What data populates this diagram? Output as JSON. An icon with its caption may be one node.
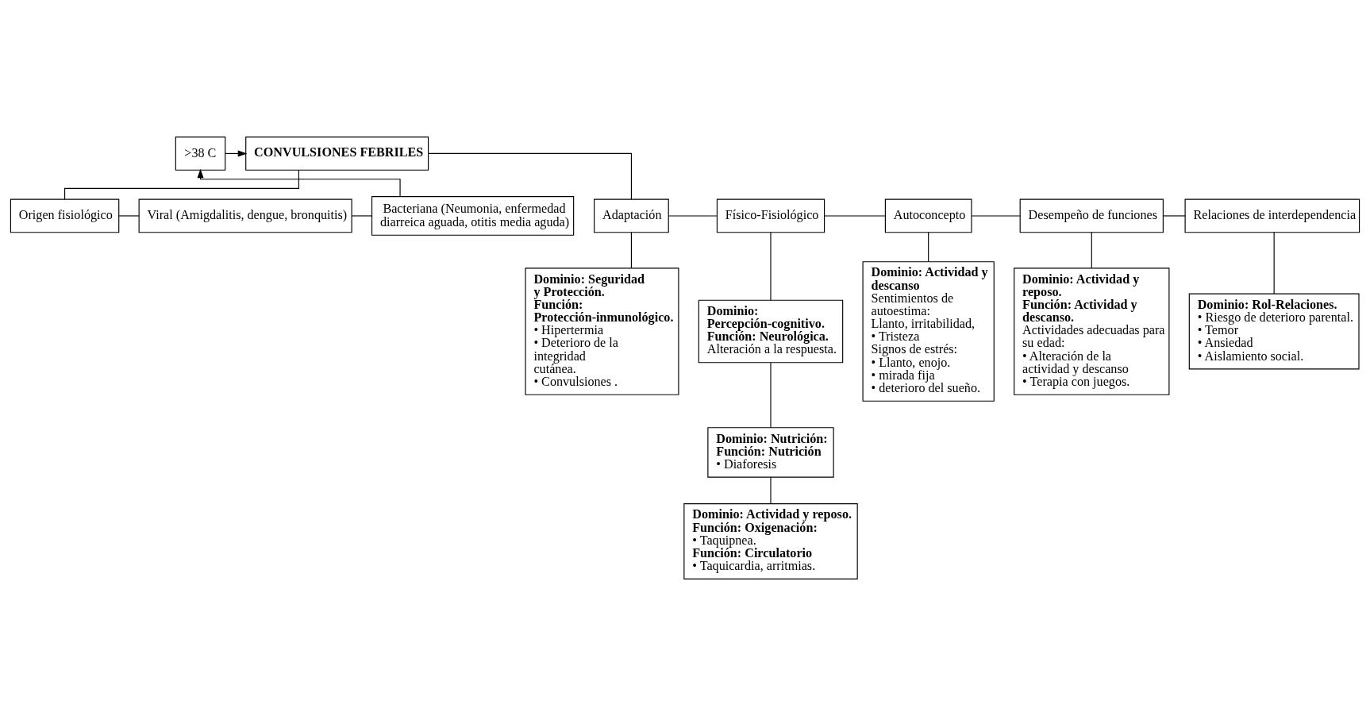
{
  "diagram": {
    "nodes": [
      {
        "text": [
          "CONVULSIONES FEBRILES"
        ]
      },
      {
        "text": [
          ">38 C"
        ]
      },
      {
        "text": [
          "Origen fisiológico"
        ]
      },
      {
        "text": [
          "Viral (Amigdalitis, dengue, bronquitis)"
        ]
      },
      {
        "text": [
          "Bacteriana (Neumonia, enfermedad diarreica aguada, otitis media aguda)"
        ]
      },
      {
        "text": [
          "Adaptación"
        ]
      },
      {
        "text": [
          "Físico-Fisiológico"
        ]
      },
      {
        "text": [
          "Autoconcepto"
        ]
      },
      {
        "text": [
          "Desempeño de funciones"
        ]
      },
      {
        "text": [
          "Relaciones de interdependencia"
        ]
      },
      {
        "text": [
          "Dominio: Seguridad y Protección.",
          "Función: Protección-inmunológico.",
          "• Hipertermia",
          "• Deterioro de la integridad cutánea.",
          "• Convulsiones ."
        ]
      },
      {
        "text": [
          "Dominio: Percepción-cognitivo.",
          "Función: Neurológica.",
          "Alteración a la respuesta."
        ]
      },
      {
        "text": [
          "Dominio: Nutrición:",
          "Función: Nutrición",
          "• Diaforesis"
        ]
      },
      {
        "text": [
          "Dominio: Actividad y reposo.",
          "Función: Oxigenación:",
          "• Taquipnea.",
          "Función: Circulatorio",
          "• Taquicardia, arritmias."
        ]
      },
      {
        "text": [
          "Dominio: Actividad y descanso",
          "Sentimientos de autoestima:",
          "Llanto, irritabilidad,",
          "• Tristeza",
          "Signos de estrés:",
          "• Llanto, enojo.",
          "• mirada fija",
          "• deterioro del sueño."
        ]
      },
      {
        "text": [
          "Dominio: Actividad y reposo.",
          "Función: Actividad y descanso.",
          "Actividades adecuadas para su edad:",
          "• Alteración de la actividad y descanso",
          "• Terapia con juegos."
        ]
      },
      {
        "text": [
          "Dominio: Rol-Relaciones.",
          "• Riesgo de deterioro parental.",
          "• Temor",
          "• Ansiedad",
          "• Aislamiento social."
        ]
      }
    ],
    "edges": [
      {
        "from": 1,
        "to": 0,
        "arrow": "to"
      },
      {
        "from": 4,
        "to": 1,
        "arrow": "to"
      },
      {
        "from": 0,
        "to": 2,
        "arrow": "none"
      },
      {
        "from": 0,
        "to": 5,
        "arrow": "none"
      },
      {
        "from": 2,
        "to": 3,
        "arrow": "none"
      },
      {
        "from": 3,
        "to": 4,
        "arrow": "none"
      },
      {
        "from": 5,
        "to": 6,
        "arrow": "none"
      },
      {
        "from": 6,
        "to": 7,
        "arrow": "none"
      },
      {
        "from": 7,
        "to": 8,
        "arrow": "none"
      },
      {
        "from": 8,
        "to": 9,
        "arrow": "none"
      },
      {
        "from": 5,
        "to": 10,
        "arrow": "none"
      },
      {
        "from": 6,
        "to": 11,
        "arrow": "none"
      },
      {
        "from": 11,
        "to": 12,
        "arrow": "none"
      },
      {
        "from": 12,
        "to": 13,
        "arrow": "none"
      },
      {
        "from": 7,
        "to": 14,
        "arrow": "none"
      },
      {
        "from": 8,
        "to": 15,
        "arrow": "none"
      },
      {
        "from": 9,
        "to": 16,
        "arrow": "none"
      }
    ]
  }
}
